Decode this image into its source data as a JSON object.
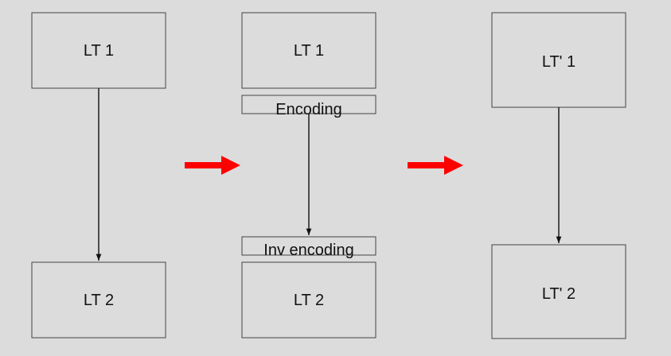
{
  "diagram": {
    "columns": [
      {
        "top": "LT 1",
        "bottom": "LT 2"
      },
      {
        "top": "LT 1",
        "top_sub": "Encoding",
        "bottom_sub": "Inv encoding",
        "bottom": "LT 2"
      },
      {
        "top": "LT' 1",
        "bottom": "LT' 2"
      }
    ],
    "colors": {
      "background": "#dcdcdc",
      "transition_arrow": "#ff0000"
    }
  }
}
